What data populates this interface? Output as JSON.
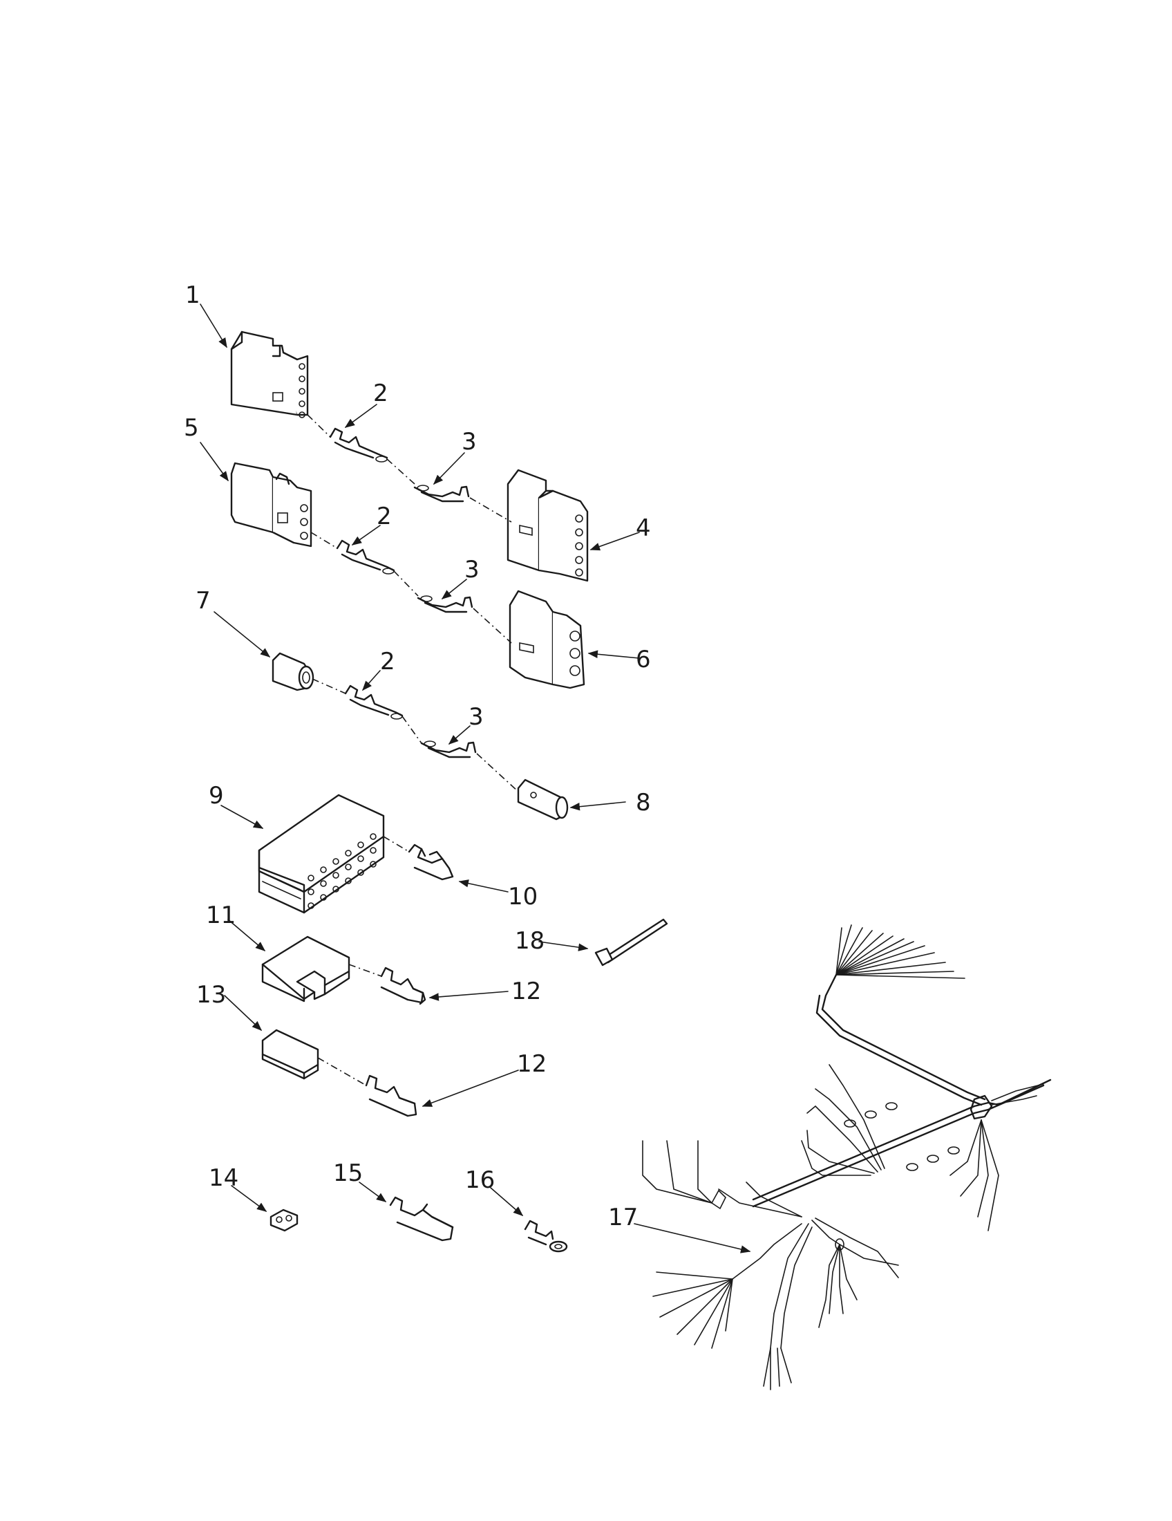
{
  "callouts": {
    "c1": "1",
    "c2a": "2",
    "c2b": "2",
    "c2c": "2",
    "c3a": "3",
    "c3b": "3",
    "c3c": "3",
    "c4": "4",
    "c5": "5",
    "c6": "6",
    "c7": "7",
    "c8": "8",
    "c9": "9",
    "c10": "10",
    "c11": "11",
    "c12a": "12",
    "c12b": "12",
    "c13": "13",
    "c14": "14",
    "c15": "15",
    "c16": "16",
    "c17": "17",
    "c18": "18"
  },
  "ink_color": "#1a1a1a"
}
